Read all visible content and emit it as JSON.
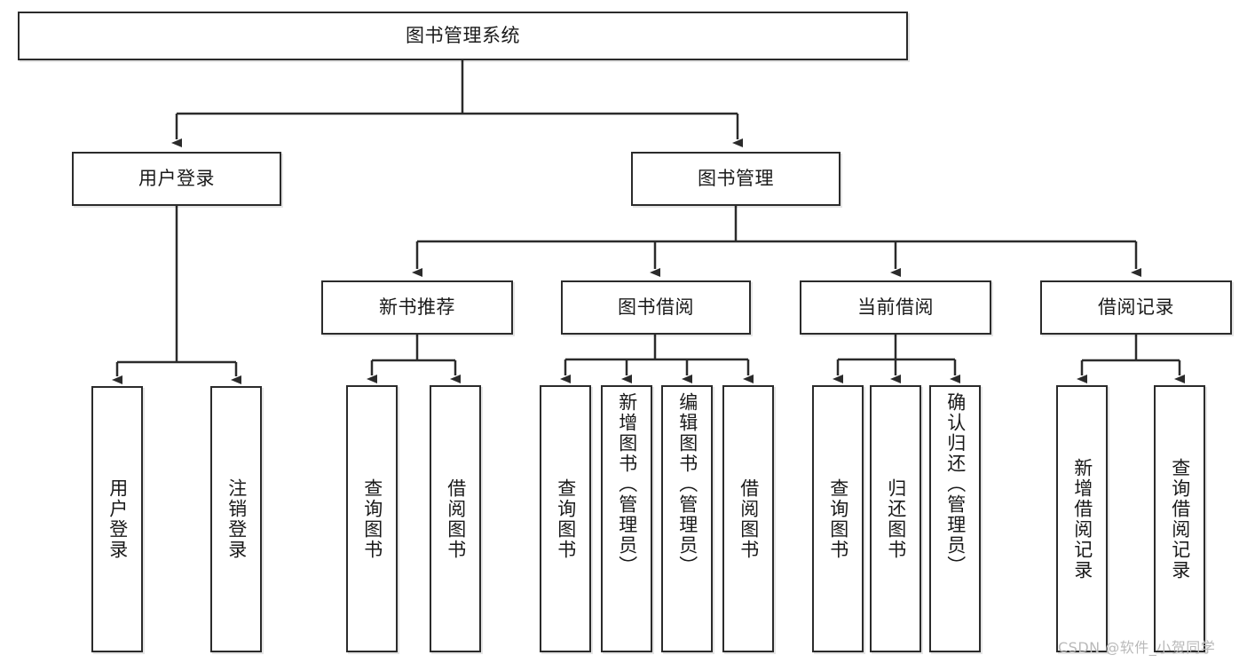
{
  "diagram": {
    "type": "tree-hierarchy-diagram",
    "title": "图书管理系统",
    "root": {
      "id": "root",
      "label": "图书管理系统"
    },
    "level2": [
      {
        "id": "login",
        "label": "用户登录"
      },
      {
        "id": "bookmgmt",
        "label": "图书管理"
      }
    ],
    "level3": [
      {
        "id": "newbook",
        "label": "新书推荐"
      },
      {
        "id": "borrow",
        "label": "图书借阅"
      },
      {
        "id": "current",
        "label": "当前借阅"
      },
      {
        "id": "record",
        "label": "借阅记录"
      }
    ],
    "leaves": {
      "login": [
        {
          "id": "leaf-user-login",
          "label": "用户登录"
        },
        {
          "id": "leaf-logout",
          "label": "注销登录"
        }
      ],
      "newbook": [
        {
          "id": "leaf-query-book-1",
          "label": "查询图书"
        },
        {
          "id": "leaf-borrow-book-1",
          "label": "借阅图书"
        }
      ],
      "borrow": [
        {
          "id": "leaf-query-book-2",
          "label": "查询图书"
        },
        {
          "id": "leaf-add-book",
          "label": "新增图书（管理员）"
        },
        {
          "id": "leaf-edit-book",
          "label": "编辑图书（管理员）"
        },
        {
          "id": "leaf-borrow-book-2",
          "label": "借阅图书"
        }
      ],
      "current": [
        {
          "id": "leaf-query-book-3",
          "label": "查询图书"
        },
        {
          "id": "leaf-return-book",
          "label": "归还图书"
        },
        {
          "id": "leaf-confirm-return",
          "label": "确认归还（管理员）"
        }
      ],
      "record": [
        {
          "id": "leaf-add-record",
          "label": "新增借阅记录"
        },
        {
          "id": "leaf-query-record",
          "label": "查询借阅记录"
        }
      ]
    }
  },
  "watermark": {
    "text": "CSDN @软件_小贺同学"
  },
  "colors": {
    "border": "#2b2b2b",
    "background": "#ffffff",
    "text": "#1a1a1a",
    "watermark": "#b9b9b9"
  }
}
